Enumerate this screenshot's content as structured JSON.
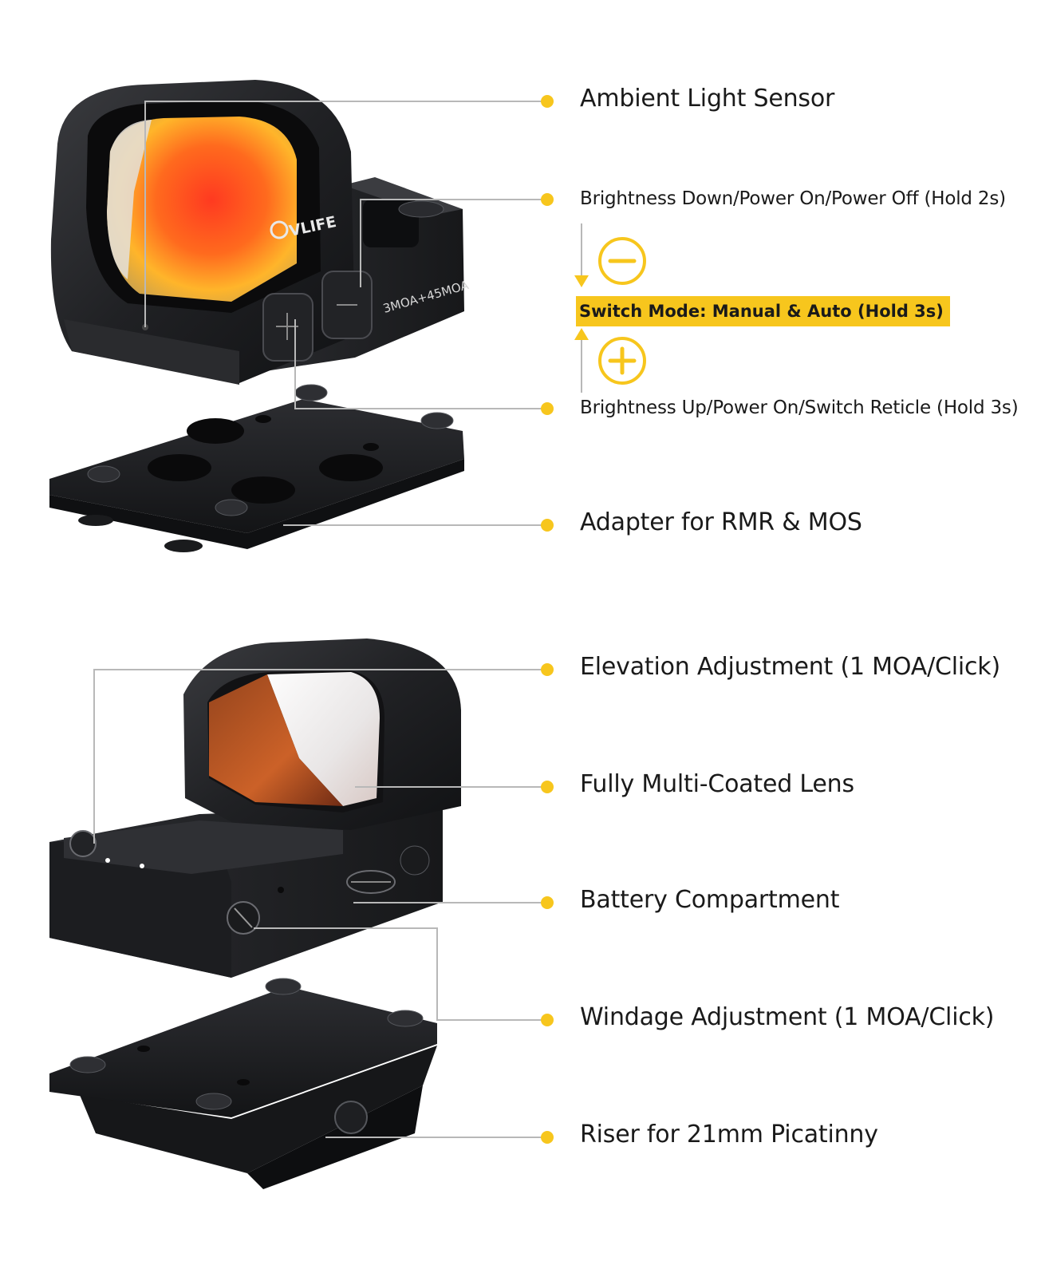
{
  "brand": "CVLIFE",
  "top_sight": {
    "reticle_text": "3MOA+45MOA"
  },
  "labels": {
    "ambient_light_sensor": "Ambient Light Sensor",
    "brightness_down": "Brightness Down/Power On/Power Off (Hold 2s)",
    "switch_mode": "Switch Mode: Manual & Auto (Hold 3s)",
    "brightness_up": "Brightness Up/Power On/Switch Reticle (Hold 3s)",
    "adapter": "Adapter for RMR & MOS",
    "elevation": "Elevation Adjustment (1 MOA/Click)",
    "lens": "Fully Multi-Coated Lens",
    "battery": "Battery Compartment",
    "windage": "Windage Adjustment (1 MOA/Click)",
    "riser": "Riser for 21mm Picatinny"
  },
  "colors": {
    "accent": "#f7c61d",
    "leader": "#b8b8b8",
    "body": "#1e1f22",
    "text": "#1a1a1a"
  },
  "icons": [
    "minus-circle-icon",
    "plus-circle-icon",
    "arrow-down-icon",
    "arrow-up-icon",
    "callout-dot-icon"
  ]
}
